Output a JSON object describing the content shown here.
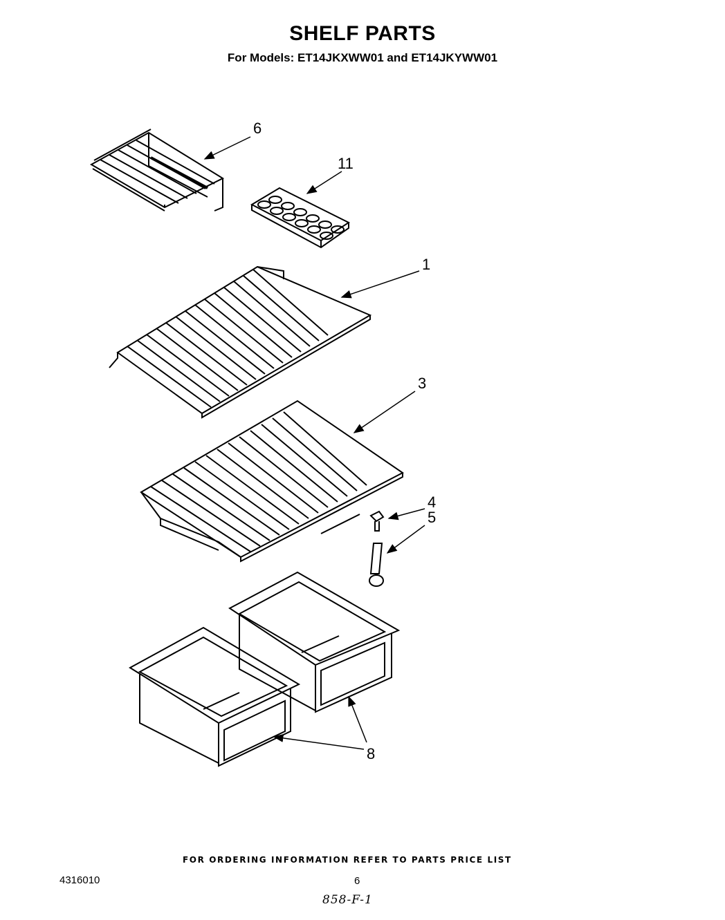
{
  "header": {
    "title": "SHELF PARTS",
    "subtitle": "For Models: ET14JKXWW01 and ET14JKYWW01"
  },
  "callouts": {
    "bracket_shelf": "6",
    "ice_tray": "11",
    "wire_shelf": "1",
    "crisper_shelf": "3",
    "knob": "4",
    "control_rod": "5",
    "crisper_drawers": "8"
  },
  "footer": {
    "ordering_note": "FOR ORDERING INFORMATION REFER TO PARTS PRICE LIST",
    "doc_number": "4316010",
    "page_number": "6",
    "handwritten_mark": "858-F-1"
  }
}
